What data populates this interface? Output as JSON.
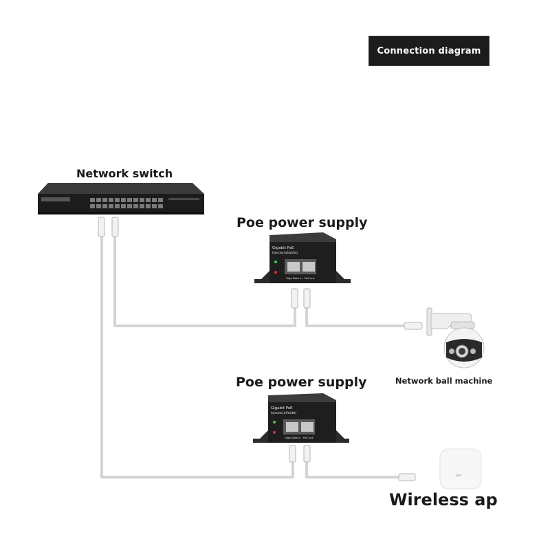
{
  "header": {
    "badge_label": "Connection diagram"
  },
  "devices": {
    "switch": {
      "label": "Network switch"
    },
    "poe_top": {
      "label": "Poe power supply",
      "title": "Gigabit PoE",
      "subtitle": "Injector(af/at/bt)",
      "port_in": "Giga Data in",
      "port_out": "PoE out"
    },
    "camera": {
      "label": "Network ball machine"
    },
    "poe_bottom": {
      "label": "Poe power supply",
      "title": "Gigabit PoE",
      "subtitle": "Injector(af/at/bt)",
      "port_in": "Giga Data in",
      "port_out": "PoE out"
    },
    "ap": {
      "label": "Wireless ap"
    }
  },
  "colors": {
    "cable": "#d9d9d9",
    "device_body": "#1e1e1e",
    "led_green": "#3bd13b",
    "led_red": "#e03030"
  }
}
